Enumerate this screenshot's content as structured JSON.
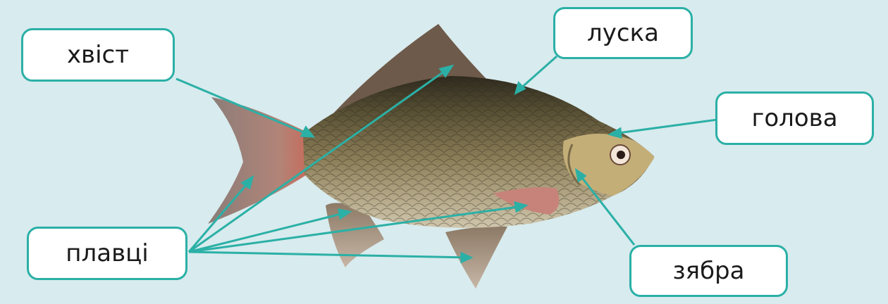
{
  "labels": {
    "tail": "хвіст",
    "scales": "луска",
    "head": "голова",
    "fins": "плавці",
    "gills": "зябра"
  },
  "colors": {
    "background": "#d8ebee",
    "accent": "#2bb0a6",
    "label_fill": "#ffffff",
    "fish_body": "#8a7a52",
    "fish_back": "#3d3a2a",
    "fin": "#a98a7a"
  }
}
